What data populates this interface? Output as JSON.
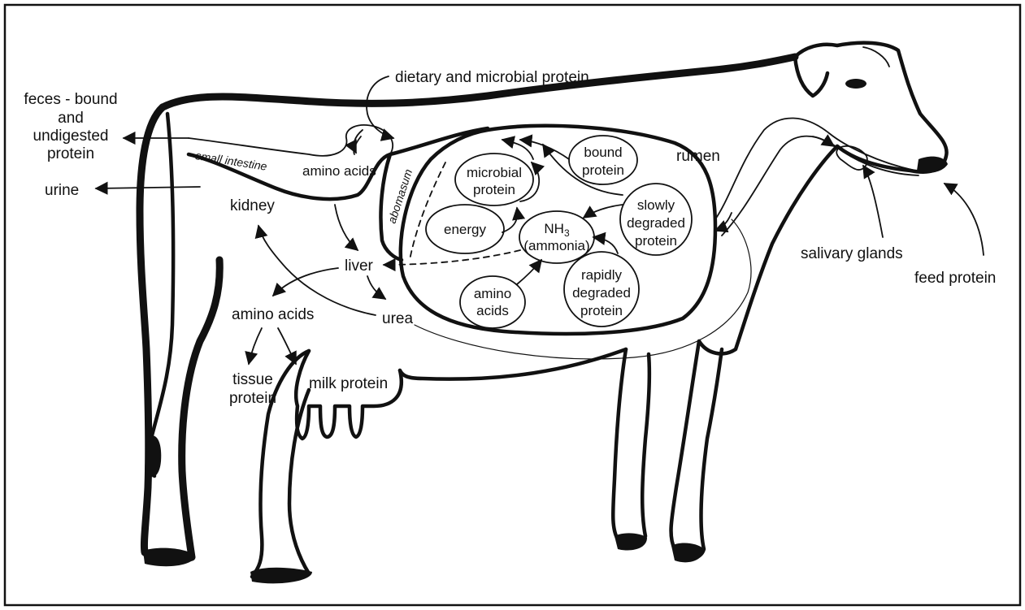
{
  "diagram": {
    "labels": {
      "dietary_microbial_protein": "dietary and microbial protein",
      "feces_line1": "feces - bound",
      "feces_line2": "and",
      "feces_line3": "undigested",
      "feces_line4": "protein",
      "urine": "urine",
      "small_intestine": "small intestine",
      "amino_acids_intestine": "amino acids",
      "abomasum": "abomasum",
      "kidney": "kidney",
      "liver": "liver",
      "amino_acids_liver": "amino acids",
      "urea": "urea",
      "tissue_protein_line1": "tissue",
      "tissue_protein_line2": "protein",
      "milk_protein": "milk protein",
      "rumen": "rumen",
      "salivary_glands": "salivary glands",
      "feed_protein": "feed protein"
    },
    "rumen_pools": {
      "microbial_protein_line1": "microbial",
      "microbial_protein_line2": "protein",
      "bound_protein_line1": "bound",
      "bound_protein_line2": "protein",
      "energy": "energy",
      "nh3_base": "NH",
      "nh3_sub": "3",
      "nh3_line2": "(ammonia)",
      "slowly_line1": "slowly",
      "slowly_line2": "degraded",
      "slowly_line3": "protein",
      "rapidly_line1": "rapidly",
      "rapidly_line2": "degraded",
      "rapidly_line3": "protein",
      "amino_acids_line1": "amino",
      "amino_acids_line2": "acids"
    }
  }
}
